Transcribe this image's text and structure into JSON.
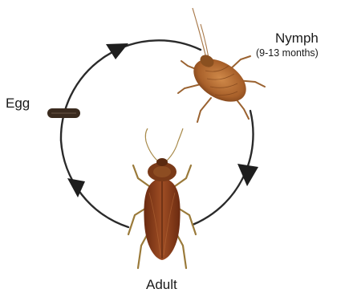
{
  "lifecycle": {
    "stages": {
      "egg": {
        "label": "Egg"
      },
      "nymph": {
        "label": "Nymph",
        "duration": "(9-13 months)"
      },
      "adult": {
        "label": "Adult"
      }
    },
    "colors": {
      "cycle_line": "#2a2a2a",
      "egg_case": "#3a2a1e",
      "nymph_body": "#b06a32",
      "adult_body": "#8a3f1c",
      "adult_legs": "#9a7a3a"
    },
    "arrows": [
      {
        "name": "egg-to-nymph",
        "direction": "clockwise"
      },
      {
        "name": "nymph-to-adult",
        "direction": "clockwise"
      },
      {
        "name": "adult-to-egg",
        "direction": "clockwise"
      }
    ]
  }
}
